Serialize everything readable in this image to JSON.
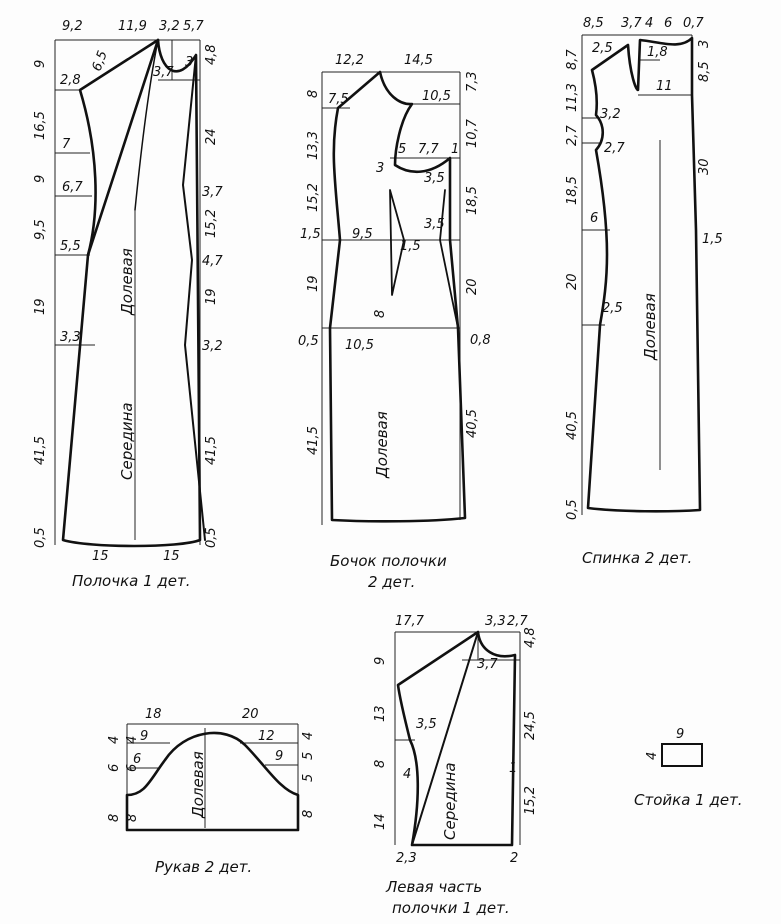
{
  "pieces": {
    "front": {
      "caption": "Полочка 1 дет.",
      "grain": "Долевая",
      "center": "Середина",
      "dims_top": [
        "9,2",
        "11,9",
        "3,2",
        "5,7"
      ],
      "dims_left": [
        "9",
        "16,5",
        "9",
        "9,5",
        "19",
        "41,5",
        "0,5"
      ],
      "dims_right": [
        "4,8",
        "24",
        "15,2",
        "19",
        "41,5",
        "0,5"
      ],
      "dims_inner": [
        "6,5",
        "2,8",
        "7",
        "6,7",
        "5,5",
        "3,3",
        "3,7",
        "3",
        "3,7",
        "4,7",
        "3,2"
      ],
      "dims_bottom": [
        "15",
        "15"
      ]
    },
    "side_front": {
      "caption_line1": "Бочок полочки",
      "caption_line2": "2 дет.",
      "grain": "Долевая",
      "dims_top": [
        "12,2",
        "14,5"
      ],
      "dims_left": [
        "8",
        "13,3",
        "15,2",
        "1,5",
        "19",
        "0,5",
        "41,5"
      ],
      "dims_right": [
        "7,3",
        "10,7",
        "18,5",
        "20",
        "40,5"
      ],
      "dims_inner": [
        "7,5",
        "10,5",
        "5",
        "7,7",
        "1",
        "3",
        "3,5",
        "9,5",
        "1,5",
        "3,5",
        "8",
        "10,5",
        "0,8"
      ]
    },
    "back": {
      "caption": "Спинка 2 дет.",
      "grain": "Долевая",
      "dims_top": [
        "8,5",
        "3,7",
        "4",
        "6",
        "0,7"
      ],
      "dims_left": [
        "8,7",
        "11,3",
        "2,7",
        "18,5",
        "20",
        "40,5",
        "0,5"
      ],
      "dims_right": [
        "3",
        "8,5",
        "30"
      ],
      "dims_inner": [
        "2,5",
        "1,8",
        "11",
        "3,2",
        "2,7",
        "6",
        "2,5",
        "1,5"
      ]
    },
    "sleeve": {
      "caption": "Рукав  2 дет.",
      "grain": "Долевая",
      "dims_top": [
        "18",
        "20"
      ],
      "dims_left": [
        "4",
        "6",
        "8"
      ],
      "dims_left_inner": [
        "4",
        "6",
        "8"
      ],
      "dims_right": [
        "4",
        "5",
        "5",
        "8"
      ],
      "dims_inner": [
        "9",
        "6",
        "12",
        "9"
      ]
    },
    "left_front": {
      "caption_line1": "Левая часть",
      "caption_line2": "полочки 1 дет.",
      "center": "Середина",
      "dims_top": [
        "17,7",
        "3,3",
        "2,7"
      ],
      "dims_left": [
        "9",
        "13",
        "8",
        "14"
      ],
      "dims_right": [
        "4,8",
        "24,5",
        "15,2"
      ],
      "dims_inner": [
        "3,7",
        "3,5",
        "4",
        "1"
      ],
      "dims_bottom": [
        "2,3",
        "2"
      ]
    },
    "collar": {
      "caption": "Стойка 1 дет.",
      "dims": [
        "9",
        "4"
      ]
    }
  }
}
